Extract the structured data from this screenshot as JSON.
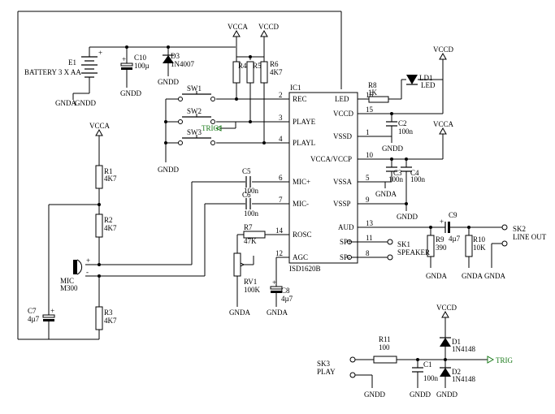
{
  "power": {
    "vcca": "VCCA",
    "vccd": "VCCD",
    "gnda": "GNDA",
    "gndd": "GNDD"
  },
  "battery": {
    "ref": "E1",
    "desc": "BATTERY 3 X AA",
    "plus": "+"
  },
  "ic": {
    "ref": "IC1",
    "part": "ISD1620B",
    "left_pins": [
      {
        "num": "2",
        "name": "REC"
      },
      {
        "num": "3",
        "name": "PLAYE"
      },
      {
        "num": "4",
        "name": "PLAYL"
      },
      {
        "num": "6",
        "name": "MIC+"
      },
      {
        "num": "7",
        "name": "MIC-"
      },
      {
        "num": "14",
        "name": "ROSC"
      },
      {
        "num": "12",
        "name": "AGC"
      }
    ],
    "right_pins": [
      {
        "num": "16",
        "name": "LED"
      },
      {
        "num": "15",
        "name": "VCCD"
      },
      {
        "num": "1",
        "name": "VSSD"
      },
      {
        "num": "10",
        "name": "VCCA/VCCP"
      },
      {
        "num": "5",
        "name": "VSSA"
      },
      {
        "num": "9",
        "name": "VSSP"
      },
      {
        "num": "13",
        "name": "AUD"
      },
      {
        "num": "11",
        "name": "SP+"
      },
      {
        "num": "8",
        "name": "SP-"
      }
    ]
  },
  "components": {
    "C10": {
      "ref": "C10",
      "val": "100µ"
    },
    "D3": {
      "ref": "D3",
      "val": "1N4007"
    },
    "R4": {
      "ref": "R4"
    },
    "R5": {
      "ref": "R5"
    },
    "R6": {
      "ref": "R6",
      "val": "4K7"
    },
    "R8": {
      "ref": "R8",
      "val": "1K"
    },
    "LD1": {
      "ref": "LD1",
      "val": "LED"
    },
    "C2": {
      "ref": "C2",
      "val": "100n"
    },
    "C3": {
      "ref": "C3",
      "val": "100n"
    },
    "C4": {
      "ref": "C4",
      "val": "100n"
    },
    "SW1": {
      "ref": "SW1"
    },
    "SW2": {
      "ref": "SW2"
    },
    "SW3": {
      "ref": "SW3"
    },
    "trig": "TRIG",
    "C5": {
      "ref": "C5",
      "val": "100n"
    },
    "C6": {
      "ref": "C6",
      "val": "100n"
    },
    "R7": {
      "ref": "R7",
      "val": "47K"
    },
    "RV1": {
      "ref": "RV1",
      "val": "100K"
    },
    "C8": {
      "ref": "C8",
      "val": "4µ7"
    },
    "R1": {
      "ref": "R1",
      "val": "4K7"
    },
    "R2": {
      "ref": "R2",
      "val": "4K7"
    },
    "R3": {
      "ref": "R3",
      "val": "4K7"
    },
    "C7": {
      "ref": "C7",
      "val": "4µ7"
    },
    "MIC": {
      "ref": "MIC",
      "val": "M300"
    },
    "C9": {
      "ref": "C9",
      "val": "4µ7"
    },
    "R9": {
      "ref": "R9",
      "val": "390"
    },
    "R10": {
      "ref": "R10",
      "val": "10K"
    },
    "SK1": {
      "ref": "SK1",
      "val": "SPEAKER"
    },
    "SK2": {
      "ref": "SK2",
      "val": "LINE OUT"
    },
    "R11": {
      "ref": "R11",
      "val": "100"
    },
    "C1": {
      "ref": "C1",
      "val": "100n"
    },
    "D1": {
      "ref": "D1",
      "val": "1N4148"
    },
    "D2": {
      "ref": "D2",
      "val": "1N4148"
    },
    "SK3": {
      "ref": "SK3",
      "val": "PLAY"
    }
  }
}
